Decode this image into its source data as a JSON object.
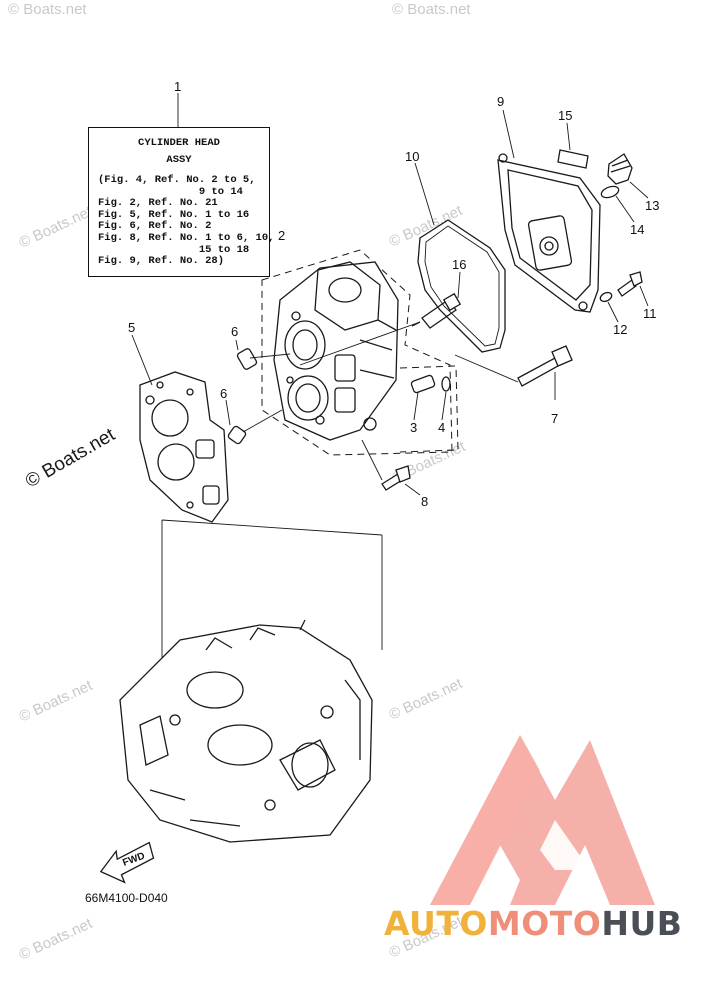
{
  "diagram": {
    "drawing_code": "66M4100-D040",
    "fwd_label": "FWD",
    "reference_box": {
      "title_line1": "CYLINDER HEAD",
      "title_line2": "ASSY",
      "refs": [
        "(Fig. 4, Ref. No. 2 to 5,",
        "                9 to 14",
        "Fig. 2, Ref. No. 21",
        "Fig. 5, Ref. No. 1 to 16",
        "Fig. 6, Ref. No. 2",
        "Fig. 8, Ref. No. 1 to 6, 10,",
        "                15 to 18",
        "Fig. 9, Ref. No. 28)"
      ]
    },
    "callouts": [
      "1",
      "2",
      "3",
      "4",
      "5",
      "6",
      "6",
      "7",
      "8",
      "9",
      "10",
      "11",
      "12",
      "13",
      "14",
      "15",
      "16"
    ]
  },
  "watermark": {
    "text": "© Boats.net"
  },
  "brand": {
    "part1": "AUTO",
    "part2": "MOTO",
    "part3": "HUB",
    "color1": "#f0b23a",
    "color2": "#ef8f7a",
    "color3": "#4a4f55",
    "logo_color": "#f28b82"
  }
}
